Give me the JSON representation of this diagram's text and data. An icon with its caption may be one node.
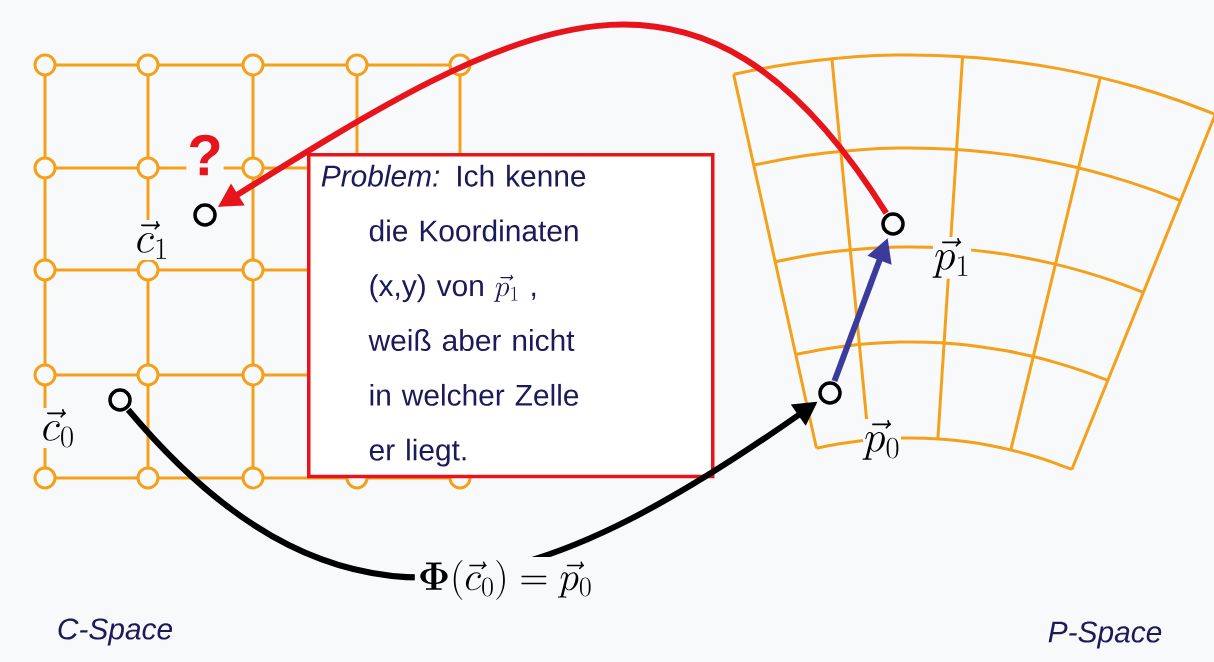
{
  "diagram": {
    "nodes": [
      {
        "text": [],
        "shape": "circle",
        "beside": [
          "\\vec{c}_1"
        ]
      },
      {
        "text": [
          "*Problem:* Ich kenne die Koordinaten (x,y) von",
          "\\vec{p}_1",
          ", weiß aber nicht in welcher Zelle er liegt."
        ]
      },
      {
        "text": [],
        "shape": "circle",
        "beside": [
          "\\vec{p}_1"
        ]
      },
      {
        "text": [],
        "shape": "circle",
        "beside": [
          "\\vec{c}_0"
        ]
      },
      {
        "text": [],
        "shape": "circle",
        "beside": [
          "\\vec{p}_0"
        ]
      }
    ],
    "edges": [
      {
        "from": 3,
        "to": 4,
        "arrow": "to",
        "label": "\\mathbf{\\Phi}(\\vec{c}_0) = \\vec{p}_0",
        "color": "#000000"
      },
      {
        "from": 2,
        "to": 0,
        "arrow": "to",
        "color": "#e8141b"
      },
      {
        "from": 4,
        "to": 2,
        "arrow": "to",
        "color": "#3b3b9c"
      }
    ],
    "labels": [
      "?",
      "C-Space",
      "P-Space"
    ]
  }
}
